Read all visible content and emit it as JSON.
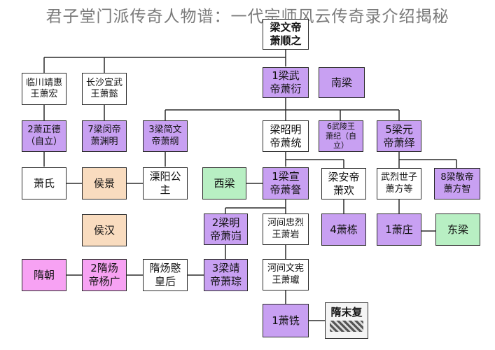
{
  "title": "君子堂门派传奇人物谱：一代宗师风云传奇录介绍揭秘",
  "colors": {
    "white": "#ffffff",
    "purple": "#c8a0f2",
    "orange": "#f9dcbf",
    "green": "#b8efc3",
    "magenta": "#f7a2f3",
    "line": "#2b2b2b"
  },
  "nodes": {
    "liangwendi": "梁文帝\n萧顺之",
    "liangwudi": "1梁武\n帝萧衍",
    "nanliang": "南梁",
    "linchuan": "临川靖惠\n王萧宏",
    "changsha": "长沙宣武\n王萧懿",
    "xiaozhengde": "2萧正德\n（自立）",
    "liangmindi": "7梁闵帝\n萧渊明",
    "liangjianwendi": "3梁简文\n帝萧纲",
    "liangzhaomingdi": "梁昭明\n帝萧统",
    "wulingwang": "6武陵王\n萧纪（自\n立）",
    "liangyuandi": "5梁元\n帝萧绎",
    "xiaoshi": "萧氏",
    "houjing": "侯景",
    "liyang": "溧阳公\n主",
    "xiliang": "西梁",
    "liangxuandi": "1梁宣\n帝萧詧",
    "liangandi": "梁安帝\n萧欢",
    "wulieshizi": "武烈世子\n萧方等",
    "liangjingdi": "8梁敬帝\n萧方智",
    "houhan": "侯汉",
    "liangmingdi": "2梁明\n帝萧岿",
    "hejianzhonglie": "河间忠烈\n王萧岩",
    "xiaodong": "4萧栋",
    "xiaozhuang": "1萧庄",
    "dongliang": "东梁",
    "suichao": "隋朝",
    "suiyangdi": "2隋炀\n帝杨广",
    "suiyanghuanghou": "隋炀愍\n皇后",
    "liangjingdi3": "3梁靖\n帝萧琮",
    "hejianwenxian": "河间文宪\n王萧瓛",
    "xiaoxian": "1萧铣",
    "suimofu": "隋末复"
  }
}
